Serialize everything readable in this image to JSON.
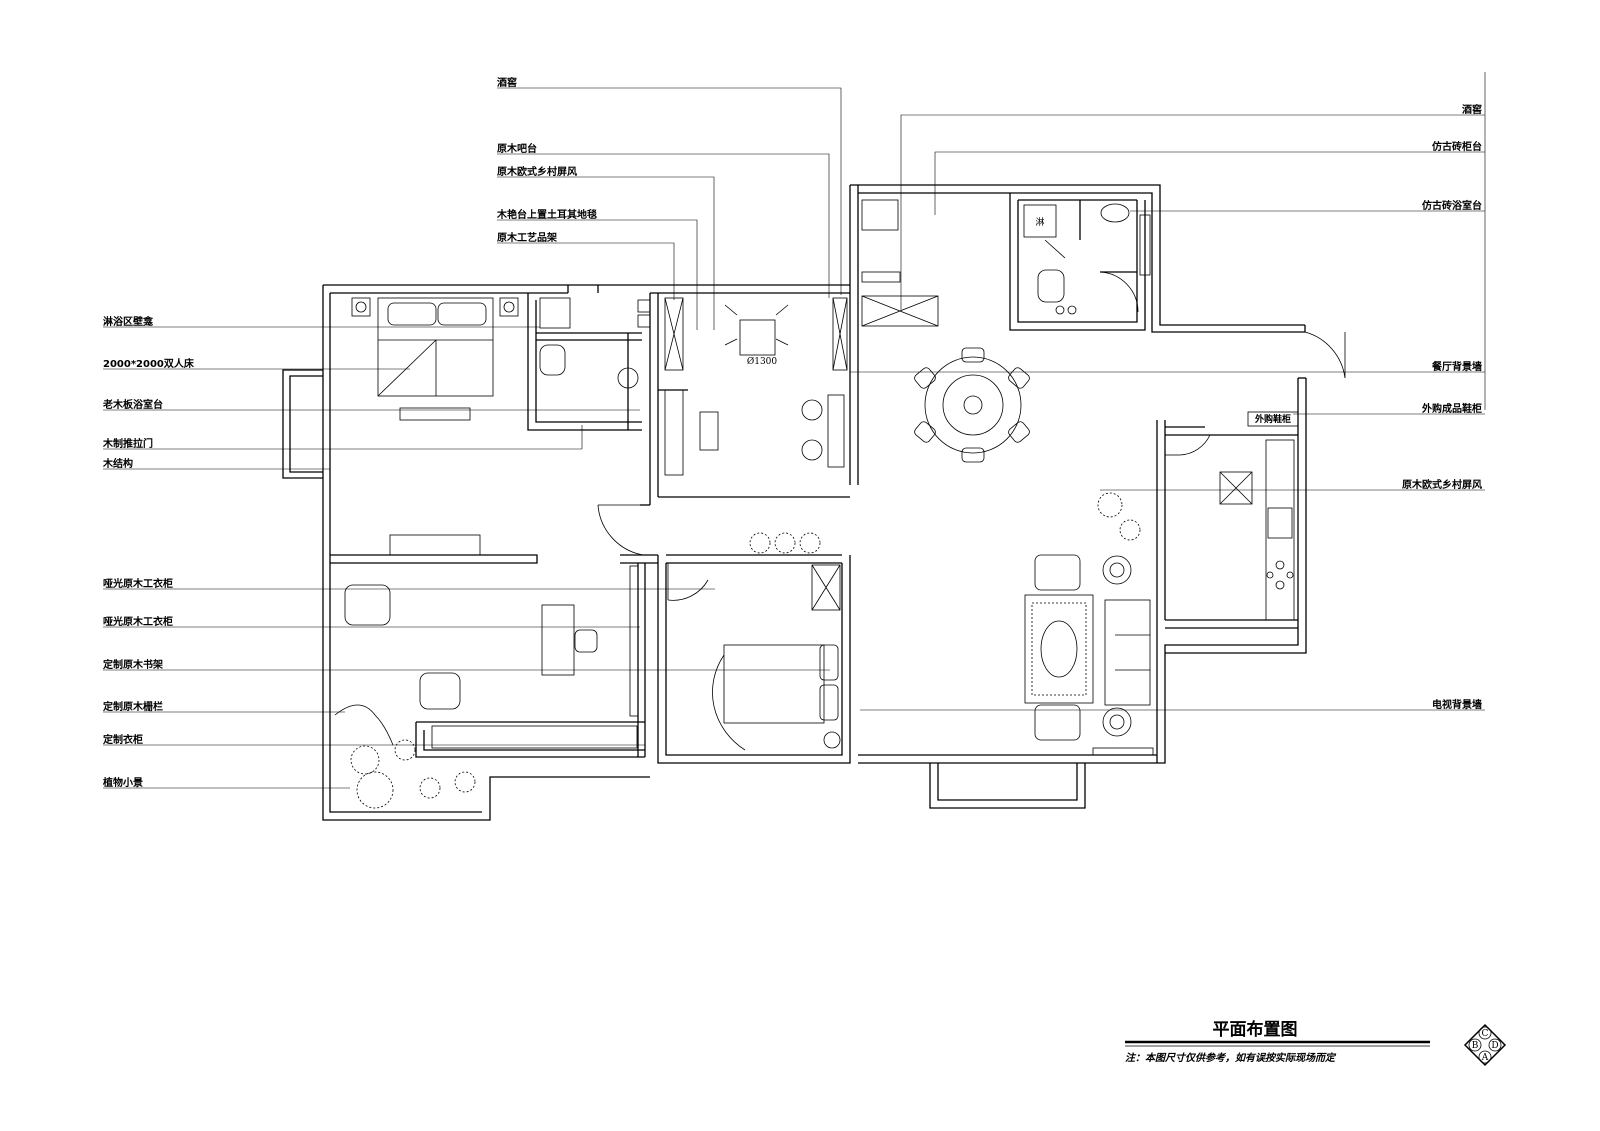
{
  "labels_left": [
    {
      "text": "淋浴区壁龛"
    },
    {
      "text": "2000*2000双人床"
    },
    {
      "text": "老木板浴室台"
    },
    {
      "text": "木制推拉门"
    },
    {
      "text": "木结构"
    },
    {
      "text": "哑光原木工衣柜"
    },
    {
      "text": "哑光原木工衣柜"
    },
    {
      "text": "定制原木书架"
    },
    {
      "text": "定制原木栅栏"
    },
    {
      "text": "定制衣柜"
    },
    {
      "text": "植物小景"
    }
  ],
  "labels_top": [
    {
      "text": "酒窖"
    },
    {
      "text": "原木吧台"
    },
    {
      "text": "原木欧式乡村屏风"
    },
    {
      "text": "木艳台上置土耳其地毯"
    },
    {
      "text": "原木工艺品架"
    }
  ],
  "labels_right": [
    {
      "text": "酒窖"
    },
    {
      "text": "仿古砖柜台"
    },
    {
      "text": "仿古砖浴室台"
    },
    {
      "text": "餐厅背景墙"
    },
    {
      "text": "外购成品鞋柜"
    },
    {
      "text": "原木欧式乡村屏风"
    },
    {
      "text": "电视背景墙"
    }
  ],
  "in_plan": {
    "shower": "淋",
    "shoe_cabinet": "外购鞋柜",
    "bar_dim": "Ø1300"
  },
  "title_block": {
    "title": "平面布置图",
    "note": "注：本图尺寸仅供参考，如有误按实际现场而定",
    "compass": {
      "top": "C",
      "left": "B",
      "right": "D",
      "bottom": "A"
    }
  }
}
